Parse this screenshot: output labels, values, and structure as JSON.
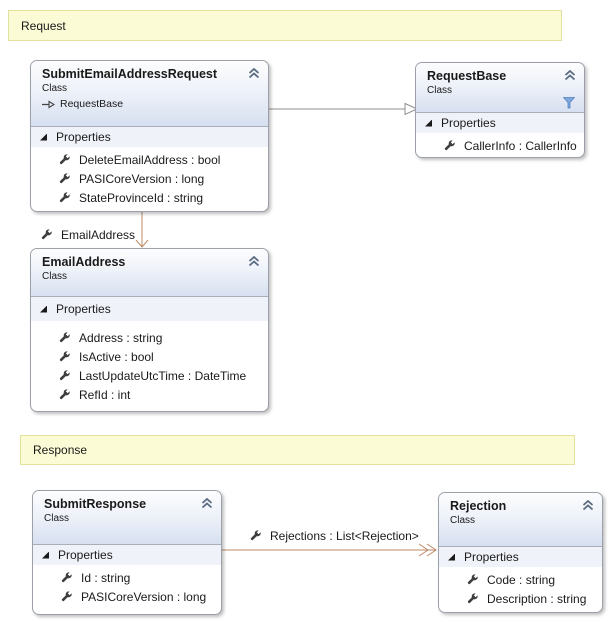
{
  "colors": {
    "banner_bg": "#fbfbd6",
    "banner_border": "#e2e1a0",
    "box_border": "#9ca1a9",
    "header_gradient_bottom": "#d7e0f1",
    "section_strip_bg": "#eff2f9",
    "association_line": "#be8a66",
    "inheritance_line": "#8f8f8f",
    "chevron_icon": "#5b6b82",
    "filter_icon_fill": "#7fa8de",
    "wrench_icon": "#3e3e3e",
    "text": "#1a1a1a"
  },
  "icons": {
    "collapse": "chevron-double-up",
    "section_expander": "black-triangle-se",
    "property": "wrench",
    "filter": "funnel",
    "inherits": "hollow-arrow-right"
  },
  "banners": {
    "request": {
      "label": "Request"
    },
    "response": {
      "label": "Response"
    }
  },
  "classes": {
    "submit_email_address_request": {
      "name": "SubmitEmailAddressRequest",
      "kind": "Class",
      "inherits": "RequestBase",
      "section_label": "Properties",
      "members": [
        {
          "text": "DeleteEmailAddress : bool"
        },
        {
          "text": "PASICoreVersion : long"
        },
        {
          "text": "StateProvinceId : string"
        }
      ]
    },
    "request_base": {
      "name": "RequestBase",
      "kind": "Class",
      "section_label": "Properties",
      "members": [
        {
          "text": "CallerInfo : CallerInfo"
        }
      ]
    },
    "email_address": {
      "name": "EmailAddress",
      "kind": "Class",
      "section_label": "Properties",
      "members": [
        {
          "text": "Address : string"
        },
        {
          "text": "IsActive : bool"
        },
        {
          "text": "LastUpdateUtcTime : DateTime"
        },
        {
          "text": "RefId : int"
        }
      ]
    },
    "submit_response": {
      "name": "SubmitResponse",
      "kind": "Class",
      "section_label": "Properties",
      "members": [
        {
          "text": "Id : string"
        },
        {
          "text": "PASICoreVersion : long"
        }
      ]
    },
    "rejection": {
      "name": "Rejection",
      "kind": "Class",
      "section_label": "Properties",
      "members": [
        {
          "text": "Code : string"
        },
        {
          "text": "Description : string"
        }
      ]
    }
  },
  "connectors": {
    "inheritance": {
      "from": "SubmitEmailAddressRequest",
      "to": "RequestBase",
      "type": "inheritance"
    },
    "email_address_association": {
      "label": "EmailAddress",
      "from": "SubmitEmailAddressRequest",
      "to": "EmailAddress",
      "type": "association"
    },
    "rejections_association": {
      "label": "Rejections : List<Rejection>",
      "from": "SubmitResponse",
      "to": "Rejection",
      "type": "collection-association"
    }
  }
}
